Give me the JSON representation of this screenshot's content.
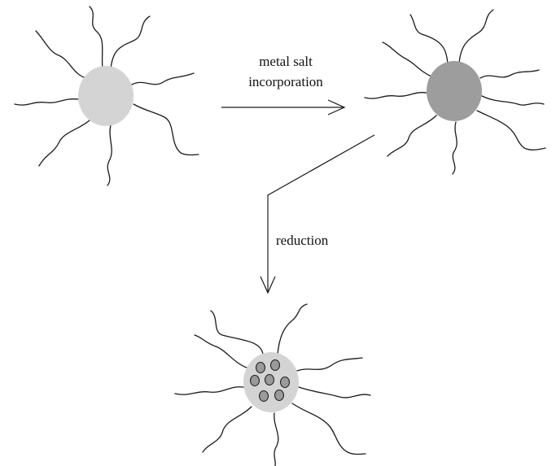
{
  "labels": {
    "step1_line1": "metal salt",
    "step1_line2": "incorporation",
    "step2": "reduction"
  },
  "colors": {
    "micelle_core_empty": "#d4d4d4",
    "micelle_core_loaded": "#9d9d9d",
    "nanoparticle": "#9a9a9a",
    "ink": "#1a1a1a"
  }
}
